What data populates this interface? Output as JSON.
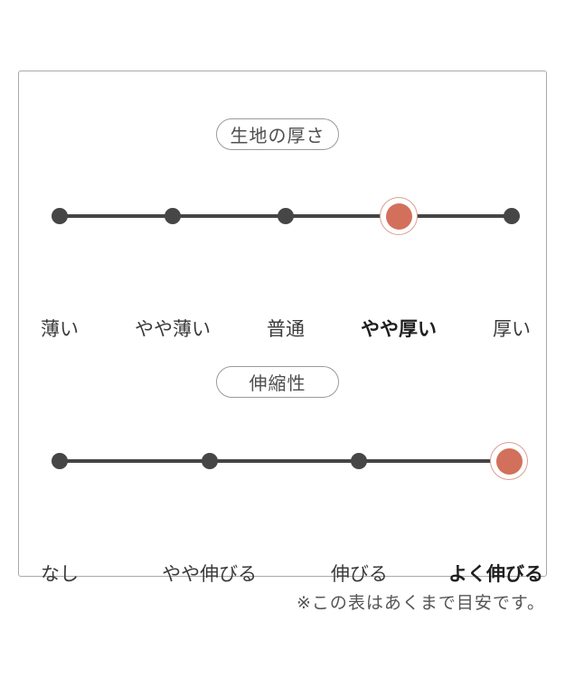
{
  "note": "※この表はあくまで目安です。",
  "colors": {
    "accent": "#d3705b",
    "accent_ring": "#d8a092",
    "line": "#454545",
    "box_border": "#a9a9a9",
    "label_text": "#3a3a3a"
  },
  "scales": [
    {
      "title": "生地の厚さ",
      "selected_value": "やや厚い",
      "points": [
        {
          "label": "薄い",
          "selected": false
        },
        {
          "label": "やや薄い",
          "selected": false
        },
        {
          "label": "普通",
          "selected": false
        },
        {
          "label": "やや厚い",
          "selected": true
        },
        {
          "label": "厚い",
          "selected": false
        }
      ]
    },
    {
      "title": "伸縮性",
      "selected_value": "よく伸びる",
      "points": [
        {
          "label": "なし",
          "selected": false
        },
        {
          "label": "やや伸びる",
          "selected": false
        },
        {
          "label": "伸びる",
          "selected": false
        },
        {
          "label": "よく伸びる",
          "selected": true
        }
      ]
    }
  ]
}
